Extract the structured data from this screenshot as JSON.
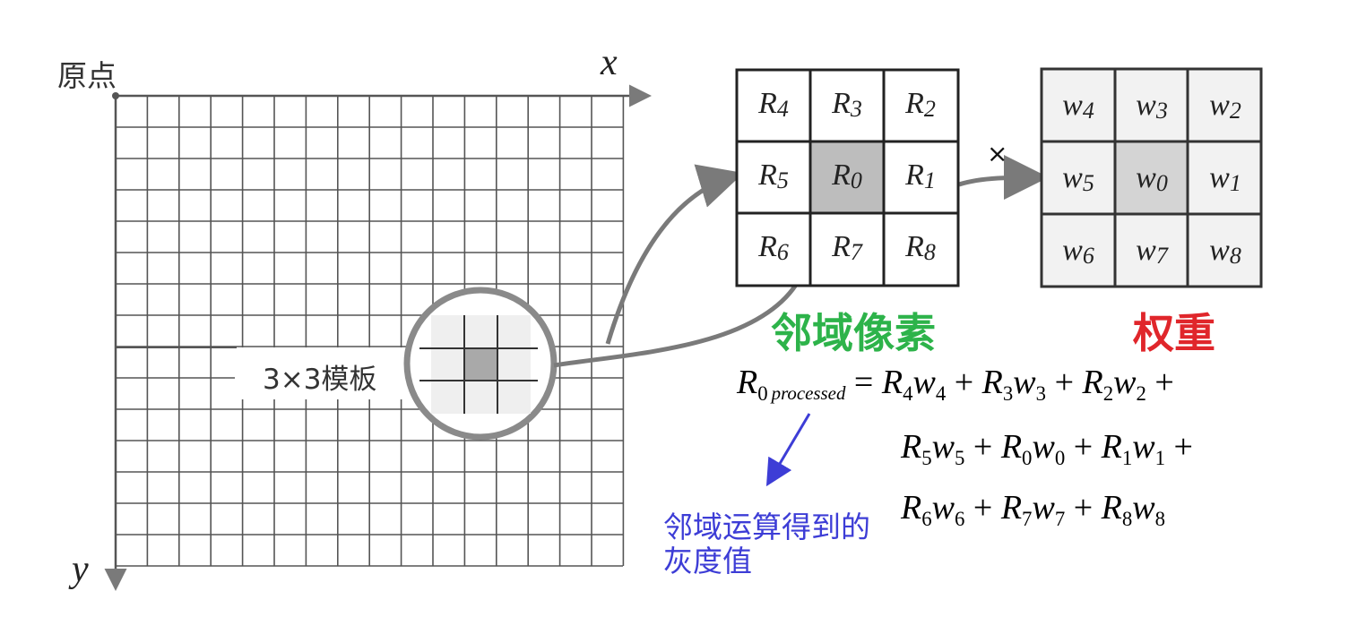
{
  "origin_label": "原点",
  "x_axis_label": "x",
  "y_axis_label": "y",
  "template_label": "3×3模板",
  "neighbor_label": "邻域像素",
  "weight_label": "权重",
  "multiply_symbol": "×",
  "annotation_line1": "邻域运算得到的",
  "annotation_line2": "灰度值",
  "neighbor_grid": [
    [
      "R",
      "4"
    ],
    [
      "R",
      "3"
    ],
    [
      "R",
      "2"
    ],
    [
      "R",
      "5"
    ],
    [
      "R",
      "0"
    ],
    [
      "R",
      "1"
    ],
    [
      "R",
      "6"
    ],
    [
      "R",
      "7"
    ],
    [
      "R",
      "8"
    ]
  ],
  "weight_grid": [
    [
      "w",
      "4"
    ],
    [
      "w",
      "3"
    ],
    [
      "w",
      "2"
    ],
    [
      "w",
      "5"
    ],
    [
      "w",
      "0"
    ],
    [
      "w",
      "1"
    ],
    [
      "w",
      "6"
    ],
    [
      "w",
      "7"
    ],
    [
      "w",
      "8"
    ]
  ],
  "formula": {
    "lhs_symbol": "R",
    "lhs_sub": "0",
    "lhs_sub_text": "processed",
    "line1_terms": [
      [
        "R",
        "4",
        "w",
        "4"
      ],
      [
        "R",
        "3",
        "w",
        "3"
      ],
      [
        "R",
        "2",
        "w",
        "2"
      ]
    ],
    "line2_terms": [
      [
        "R",
        "5",
        "w",
        "5"
      ],
      [
        "R",
        "0",
        "w",
        "0"
      ],
      [
        "R",
        "1",
        "w",
        "1"
      ]
    ],
    "line3_terms": [
      [
        "R",
        "6",
        "w",
        "6"
      ],
      [
        "R",
        "7",
        "w",
        "7"
      ],
      [
        "R",
        "8",
        "w",
        "8"
      ]
    ]
  },
  "colors": {
    "neighbor_label": "#2db34a",
    "weight_label": "#e0262b",
    "annotation": "#3d3dd6",
    "center_neighbor": "#bdbdbd",
    "weight_cell": "#f2f2f2",
    "weight_center": "#d4d4d4",
    "grid_line": "#555555",
    "lens_ring": "#8a8a8a"
  }
}
